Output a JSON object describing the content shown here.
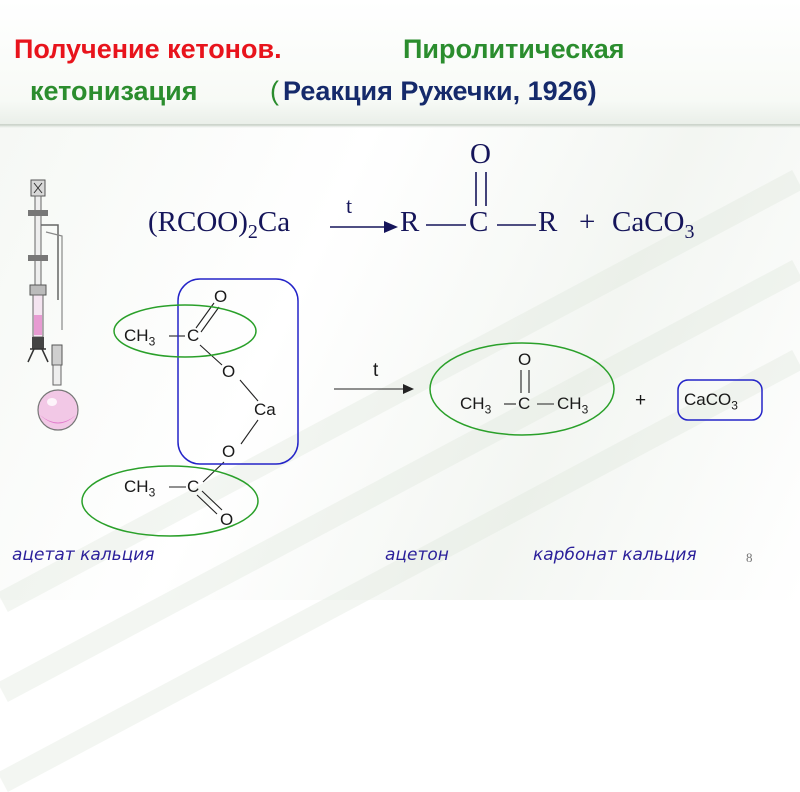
{
  "title": {
    "line1_a": "Получение кетонов.",
    "line1_b": "Пиролитическая",
    "line2_a": "кетонизация",
    "line2_paren": "(",
    "line2_b": "Реакция Ружечки, 1926)"
  },
  "general_equation": {
    "reactant": "(RCOO)",
    "reactant_sub": "2",
    "reactant_end": "Ca",
    "condition": "t",
    "r_left": "R",
    "carbon": "C",
    "oxygen": "O",
    "r_right": "R",
    "plus": "+",
    "byproduct": "CaCO",
    "byproduct_sub": "3"
  },
  "acetate": {
    "ch3_top": "CH",
    "ch3_top_sub": "3",
    "c_top": "C",
    "o_top_dbl": "O",
    "o_top_single": "O",
    "ca": "Ca",
    "o_bot_single": "O",
    "ch3_bot": "CH",
    "ch3_bot_sub": "3",
    "c_bot": "C",
    "o_bot_dbl": "O"
  },
  "reaction_condition": "t",
  "acetone": {
    "o": "O",
    "ch3_left": "CH",
    "ch3_left_sub": "3",
    "c": "C",
    "ch3_right": "CH",
    "ch3_right_sub": "3"
  },
  "plus": "+",
  "carbonate": {
    "formula": "CaCO",
    "sub": "3"
  },
  "captions": {
    "acetate": "ацетат кальция",
    "acetone": "ацетон",
    "carbonate": "карбонат кальция"
  },
  "page_number": "8",
  "colors": {
    "title_red": "#e8141c",
    "title_green": "#2b8d2e",
    "title_navy": "#152a6b",
    "highlight_green": "#2aa02a",
    "highlight_blue": "#2424c8",
    "caption": "#2a1f9a"
  }
}
